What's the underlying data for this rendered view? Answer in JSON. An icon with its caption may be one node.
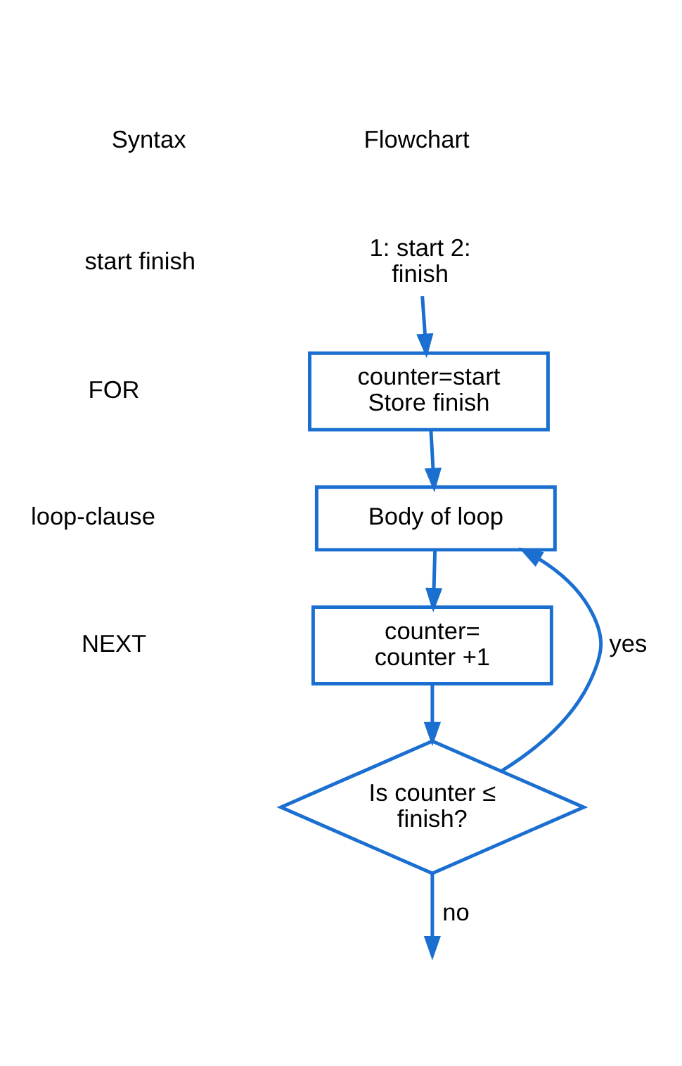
{
  "diagram": {
    "nodes": [
      {
        "text": [
          "1: start 2: finish"
        ]
      },
      {
        "text": [
          "counter=start Store finish"
        ]
      },
      {
        "text": [
          "Body of loop"
        ]
      },
      {
        "text": [
          "counter= counter +1"
        ]
      },
      {
        "text": [
          "Is counter ≤ finish?"
        ]
      }
    ],
    "edges": [
      {
        "from": 0,
        "to": 1,
        "arrow": "to"
      },
      {
        "from": 1,
        "to": 2,
        "arrow": "to"
      },
      {
        "from": 2,
        "to": 3,
        "arrow": "to"
      },
      {
        "from": 3,
        "to": 4,
        "arrow": "to"
      },
      {
        "from": 4,
        "to": 2,
        "arrow": "to",
        "label": "yes"
      },
      {
        "from": 4,
        "to": null,
        "arrow": "to",
        "label": "no"
      }
    ],
    "labels": [
      "Syntax",
      "Flowchart",
      "start finish",
      "FOR",
      "loop-clause",
      "NEXT"
    ]
  }
}
